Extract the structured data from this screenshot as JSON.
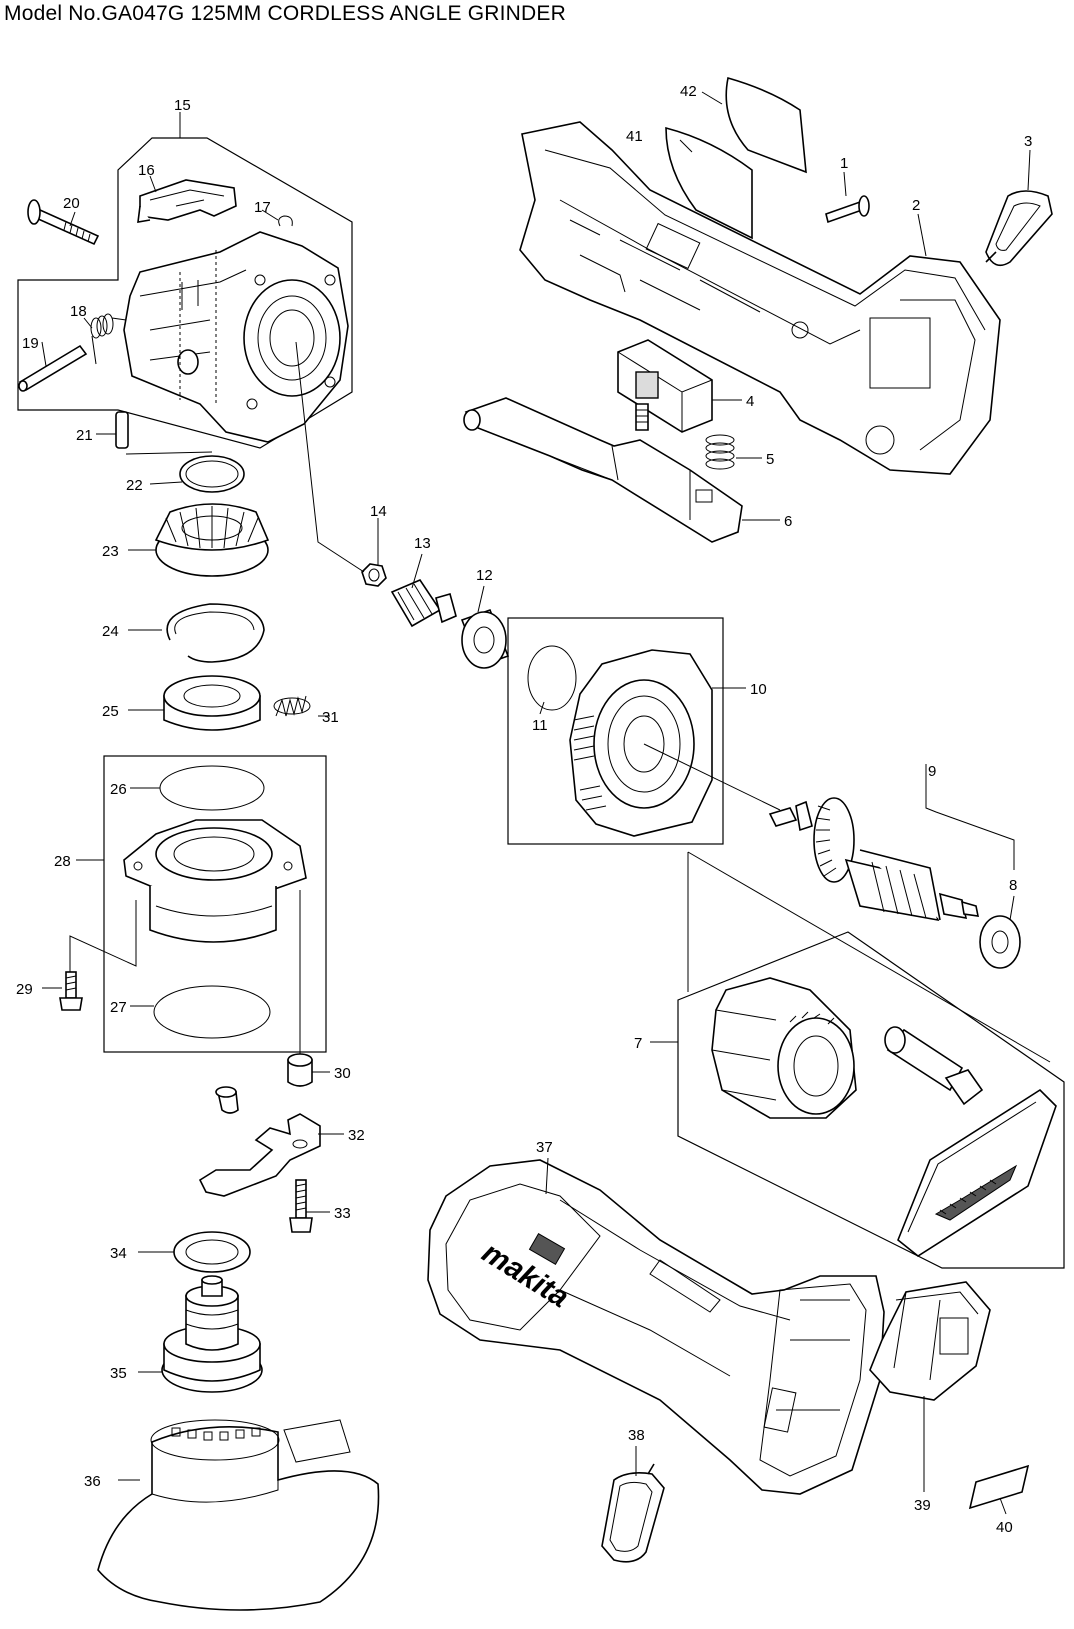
{
  "title": "Model No.GA047G 125MM CORDLESS ANGLE GRINDER",
  "brand": "makita",
  "part_numbers": [
    "1",
    "2",
    "3",
    "4",
    "5",
    "6",
    "7",
    "8",
    "9",
    "10",
    "11",
    "12",
    "13",
    "14",
    "15",
    "16",
    "17",
    "18",
    "19",
    "20",
    "21",
    "22",
    "23",
    "24",
    "25",
    "26",
    "27",
    "28",
    "29",
    "30",
    "31",
    "32",
    "33",
    "34",
    "35",
    "36",
    "37",
    "38",
    "39",
    "40",
    "41",
    "42"
  ]
}
